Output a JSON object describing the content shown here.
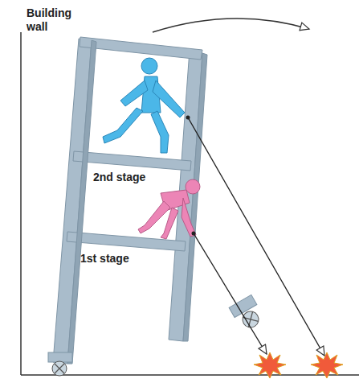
{
  "diagram": {
    "labels": [
      "Building wall",
      "2nd stage",
      "1st stage"
    ]
  }
}
